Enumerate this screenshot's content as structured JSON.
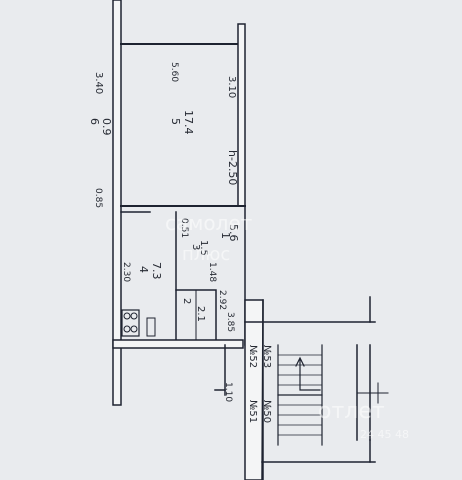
{
  "plan": {
    "rooms": {
      "room6": {
        "number": "6",
        "area": "0.9",
        "width": "3.40",
        "depth": "0.85"
      },
      "room5": {
        "number": "5",
        "area": "17.4",
        "width": "5.60",
        "depth": "3.10"
      },
      "ceiling": "h-2.50",
      "room4": {
        "number": "4",
        "area": "7.3",
        "width": "2.30"
      },
      "room1": {
        "number": "1",
        "area": "5.6",
        "extra": "0.51",
        "side": "3.85"
      },
      "room3": {
        "number": "3",
        "area": "1.5",
        "width": "1.48"
      },
      "room2": {
        "number": "2",
        "area": "2.1",
        "width": "2.92"
      },
      "small": "1.10"
    },
    "apartments": [
      "№52",
      "№53",
      "№51",
      "№50"
    ],
    "watermark": {
      "brand": "самолет",
      "line2": "плюс",
      "brand2": "отлет",
      "phone": "24 45 48"
    },
    "colors": {
      "background": "#e9ebee",
      "wall": "#1e2330",
      "text": "#262a33"
    }
  }
}
